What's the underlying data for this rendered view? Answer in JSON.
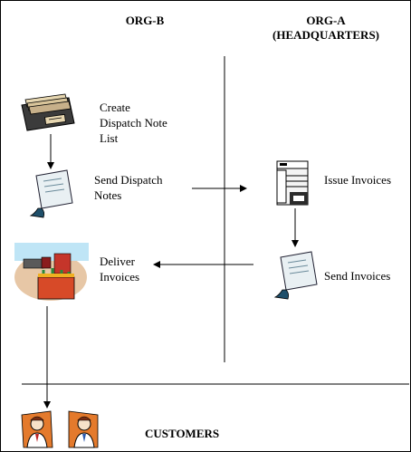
{
  "headers": {
    "org_b": "ORG-B",
    "org_a_line1": "ORG-A",
    "org_a_line2": "(HEADQUARTERS)",
    "customers": "CUSTOMERS"
  },
  "steps": {
    "create_line1": "Create",
    "create_line2": "Dispatch Note",
    "create_line3": "List",
    "send_notes_line1": "Send Dispatch",
    "send_notes_line2": "Notes",
    "issue_invoices": "Issue Invoices",
    "send_invoices": "Send Invoices",
    "deliver_line1": "Deliver",
    "deliver_line2": "Invoices"
  },
  "icons": {
    "card_file": "card-file-icon",
    "letter_1": "letter-mailman-icon",
    "invoice_doc": "invoice-document-icon",
    "letter_2": "letter-mailman-icon",
    "delivery_truck": "delivery-truck-icon",
    "customer_1": "customer-person-icon",
    "customer_2": "customer-person-icon"
  },
  "colors": {
    "line": "#000000",
    "background": "#ffffff"
  }
}
